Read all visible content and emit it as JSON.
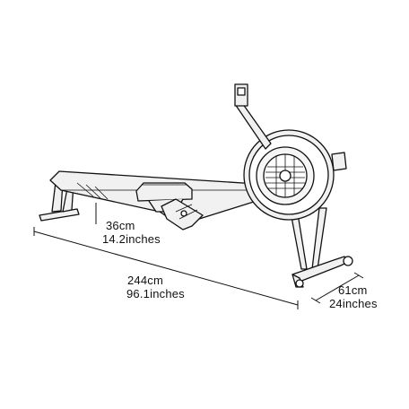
{
  "product": "rowing-machine",
  "dimensions": {
    "height": {
      "metric": "36cm",
      "imperial": "14.2inches"
    },
    "length": {
      "metric": "244cm",
      "imperial": "96.1inches"
    },
    "width": {
      "metric": "61cm",
      "imperial": "24inches"
    }
  },
  "colors": {
    "ink": "#111111",
    "frame_fill": "#f1f1f1",
    "background": "#ffffff"
  }
}
